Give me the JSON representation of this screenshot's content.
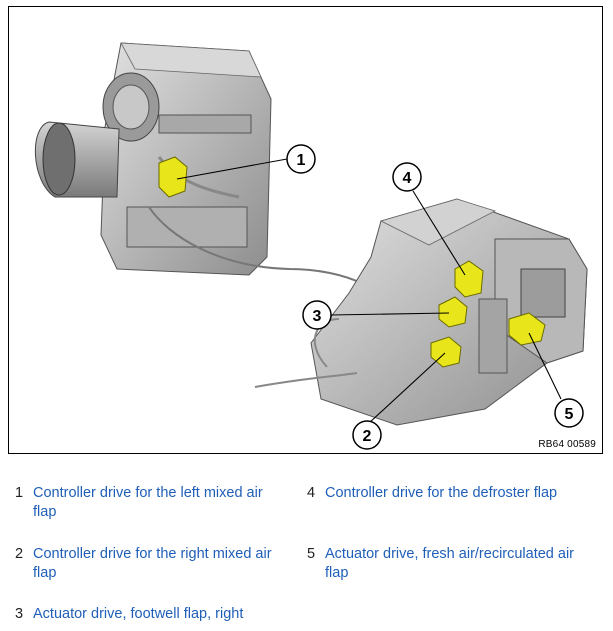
{
  "figure": {
    "reference_code": "RB64 00589",
    "callouts": [
      "1",
      "2",
      "3",
      "4",
      "5"
    ]
  },
  "legend": [
    {
      "num": "1",
      "text": "Controller drive for the left mixed air flap"
    },
    {
      "num": "2",
      "text": "Controller drive for the right mixed air flap"
    },
    {
      "num": "3",
      "text": "Actuator drive, footwell flap, right"
    },
    {
      "num": "4",
      "text": "Controller drive for the defroster flap"
    },
    {
      "num": "5",
      "text": "Actuator drive, fresh air/recirculated air flap"
    }
  ],
  "colors": {
    "highlight": "#e8e61a",
    "link_blue": "#1f5fb8",
    "housing_gray": "#bdbdbd"
  }
}
